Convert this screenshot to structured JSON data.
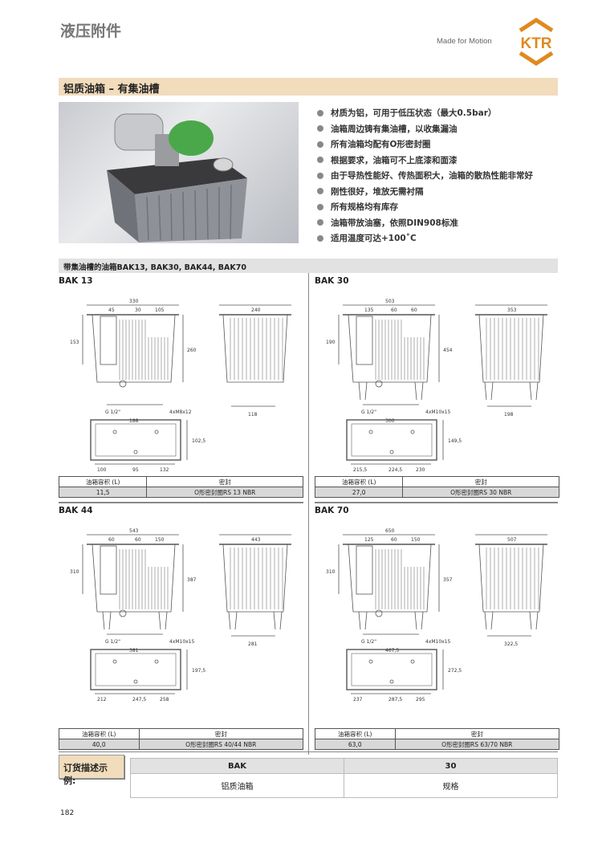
{
  "header": {
    "title": "液压附件",
    "tagline": "Made for Motion",
    "logo_text": "KTR"
  },
  "section_title": "铝质油箱 – 有集油槽",
  "features": [
    "材质为铝，可用于低压状态（最大0.5bar）",
    "油箱周边铸有集油槽，以收集漏油",
    "所有油箱均配有O形密封圈",
    "根据要求，油箱可不上底漆和面漆",
    "由于导热性能好、传热面积大，油箱的散热性能非常好",
    "刚性很好，堆放无需衬隔",
    "所有规格均有库存",
    "油箱带放油塞，依照DIN908标准",
    "适用温度可达+100˚C"
  ],
  "drawings_title": "带集油槽的油箱BAK13, BAK30, BAK44, BAK70",
  "table_headers": {
    "volume": "油箱容积 (L)",
    "seal": "密封"
  },
  "panels": [
    {
      "name": "BAK 13",
      "volume": "11,5",
      "seal": "O形密封圈RS 13 NBR",
      "dims": [
        "330",
        "30",
        "45",
        "105",
        "153",
        "260",
        "G 1/2\"",
        "188",
        "4xM8x12",
        "240",
        "118",
        "100",
        "95",
        "132",
        "102,5"
      ]
    },
    {
      "name": "BAK 30",
      "volume": "27,0",
      "seal": "O形密封圈RS 30 NBR",
      "dims": [
        "503",
        "60",
        "135",
        "60",
        "190",
        "454",
        "G 1/2\"",
        "300",
        "4xM10x15",
        "353",
        "198",
        "215,5",
        "224,5",
        "230",
        "149,5"
      ]
    },
    {
      "name": "BAK 44",
      "volume": "40,0",
      "seal": "O形密封圈RS 40/44 NBR",
      "dims": [
        "543",
        "60",
        "60",
        "150",
        "310",
        "387",
        "G 1/2\"",
        "381",
        "4xM10x15",
        "443",
        "281",
        "212",
        "247,5",
        "258",
        "197,5"
      ]
    },
    {
      "name": "BAK 70",
      "volume": "63,0",
      "seal": "O形密封圈RS 63/70 NBR",
      "dims": [
        "650",
        "60",
        "125",
        "150",
        "310",
        "357",
        "G 1/2\"",
        "467,5",
        "4xM10x15",
        "507",
        "322,5",
        "237",
        "287,5",
        "295",
        "272,5"
      ]
    }
  ],
  "order": {
    "label": "订货描述示例:",
    "columns": [
      "BAK",
      "30"
    ],
    "descriptions": [
      "铝质油箱",
      "规格"
    ]
  },
  "page_number": "182",
  "colors": {
    "accent": "#e08a1e",
    "tan": "#f1dcbc",
    "gray_bar": "#e2e2e2"
  }
}
